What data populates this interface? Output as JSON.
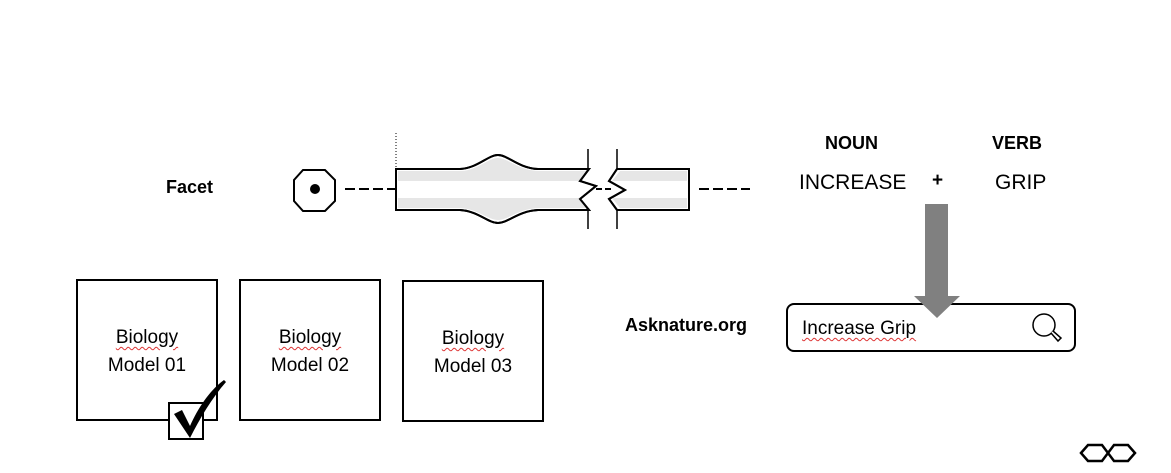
{
  "facet": {
    "label": "Facet"
  },
  "function": {
    "noun_heading": "NOUN",
    "verb_heading": "VERB",
    "noun_value": "INCREASE",
    "plus": "+",
    "verb_value": "GRIP"
  },
  "search": {
    "site_label": "Asknature.org",
    "query": "Increase Grip",
    "icon": "search-icon"
  },
  "models": [
    {
      "line1": "Biology",
      "line2": "Model 01",
      "checked": true
    },
    {
      "line1": "Biology",
      "line2": "Model 02",
      "checked": false
    },
    {
      "line1": "Biology",
      "line2": "Model 03",
      "checked": false
    }
  ],
  "colors": {
    "arrow": "#808080",
    "tube_shade": "#e6e6e6"
  },
  "icons": [
    "octagon-pin-icon",
    "search-icon",
    "check-mark-icon",
    "infinity-logo-icon"
  ]
}
